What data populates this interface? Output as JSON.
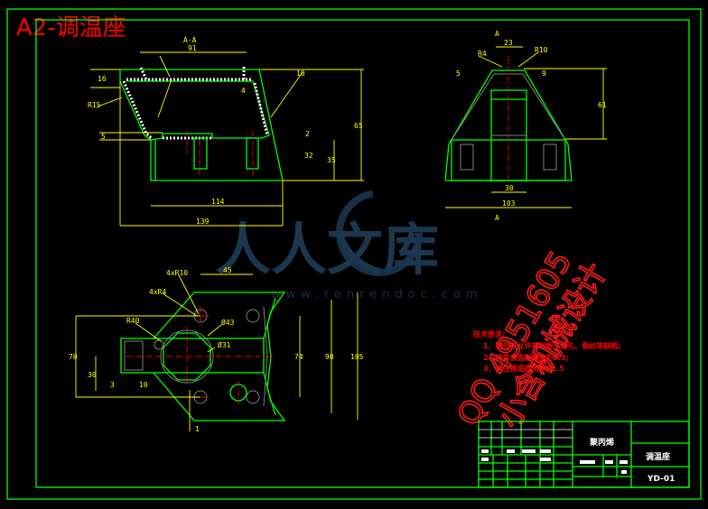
{
  "drawing_title": "A2-调温座",
  "section_label": "A-A",
  "section_mark": "A",
  "front_view_dims": [
    "91",
    "16",
    "R15",
    "5",
    "2",
    "10",
    "4",
    "65",
    "32",
    "35",
    "114",
    "139"
  ],
  "side_view_dims": [
    "23",
    "R4",
    "R10",
    "5",
    "9",
    "61",
    "30",
    "103"
  ],
  "top_view_dims": [
    "45",
    "4xR10",
    "4xR4",
    "R40",
    "Ø43",
    "Ø31",
    "70",
    "30",
    "3",
    "10",
    "74",
    "90",
    "105",
    "1"
  ],
  "tech_requirements": {
    "heading": "技术要求:",
    "items": [
      "1、铸件不允许有砂眼、缩孔、裂纹等缺陷;",
      "2、铸件表面粗糙度为6.3;",
      "3、未注铸造圆角为R1.5"
    ]
  },
  "title_block": {
    "material": "聚丙烯",
    "part_name": "调温座",
    "drawing_no": "YD-01"
  },
  "watermark": {
    "logo_text": "人人文库",
    "url": "www.renrendoc.com",
    "qq": "QQ 4951605",
    "designer": "小含机械设计"
  },
  "colors": {
    "outline": "#00ff00",
    "dimension": "#ffff00",
    "center": "#ff0000",
    "hidden": "#808080"
  }
}
